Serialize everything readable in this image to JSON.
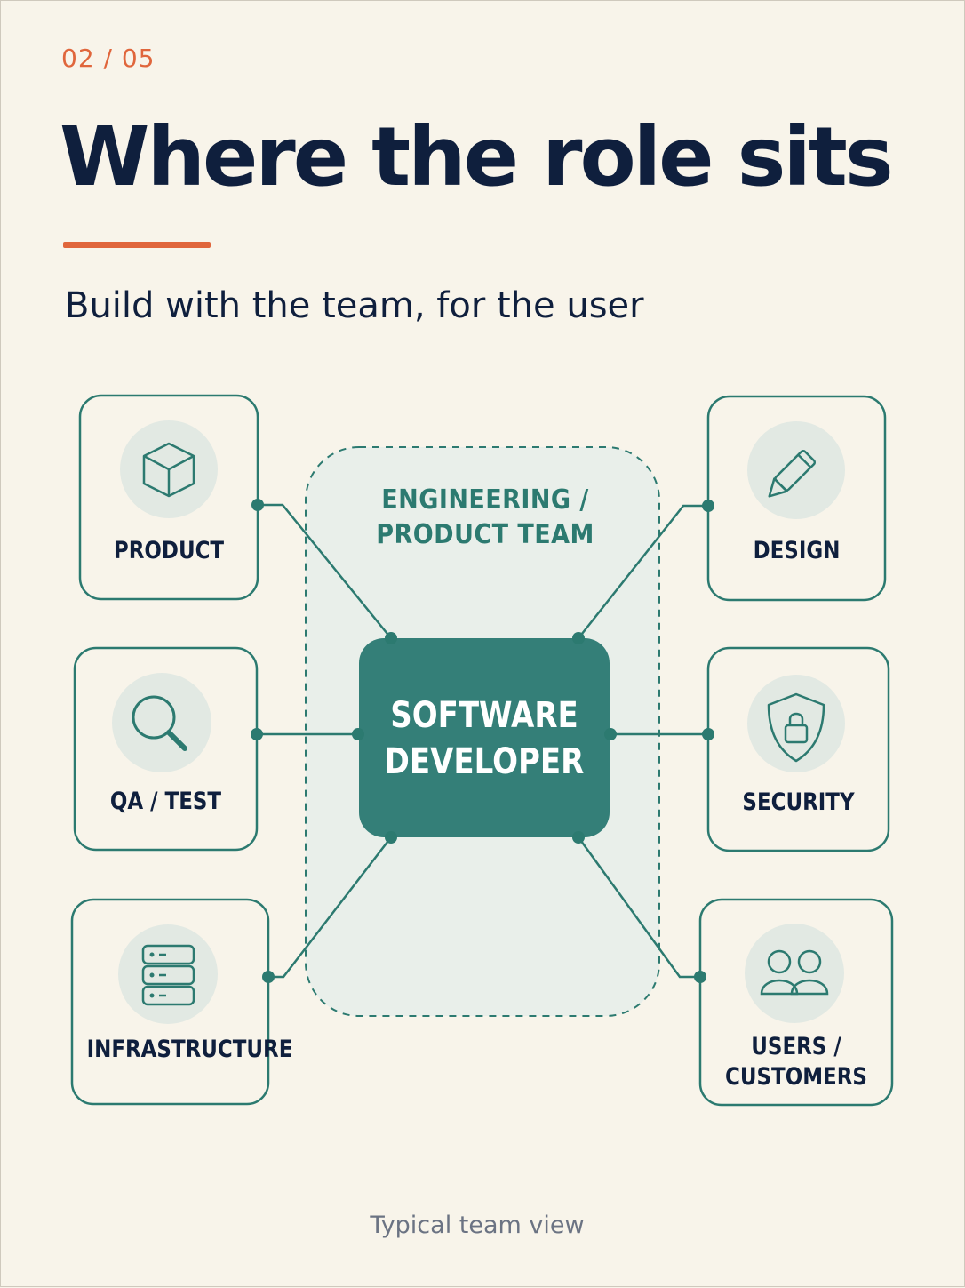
{
  "header": {
    "page_counter": "02 / 05",
    "title": "Where the role sits",
    "subtitle": "Build with the team, for the user"
  },
  "diagram": {
    "team_label": "ENGINEERING /\nPRODUCT TEAM",
    "center_label": "SOFTWARE\nDEVELOPER",
    "nodes": [
      {
        "label": "PRODUCT",
        "icon": "cube-icon"
      },
      {
        "label": "DESIGN",
        "icon": "pencil-icon"
      },
      {
        "label": "QA / TEST",
        "icon": "magnifier-icon"
      },
      {
        "label": "SECURITY",
        "icon": "shield-lock-icon"
      },
      {
        "label": "INFRASTRUCTURE",
        "icon": "server-icon"
      },
      {
        "label": "USERS /\nCUSTOMERS",
        "icon": "users-icon"
      }
    ]
  },
  "caption": "Typical team view",
  "colors": {
    "background": "#f8f4ea",
    "accent": "#e0663c",
    "teal": "#2c7a70",
    "center_fill": "#347f78",
    "navy": "#0f1f3d",
    "caption": "#6b7383"
  }
}
